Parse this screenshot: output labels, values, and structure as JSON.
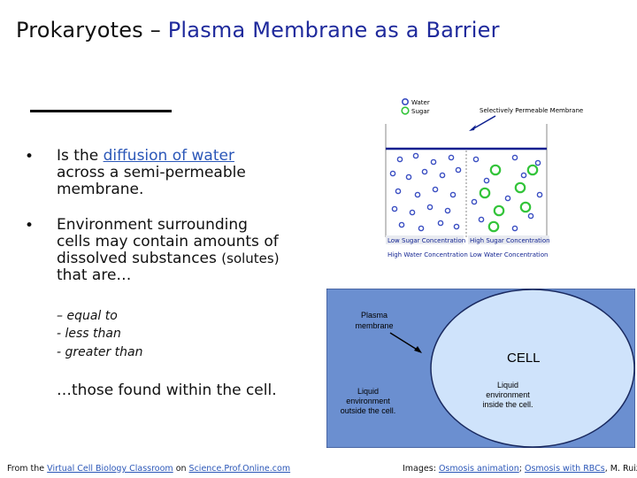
{
  "title": {
    "part1": "Prokaryotes – ",
    "part2": "Plasma Membrane as a Barrier"
  },
  "bullets": {
    "b1": {
      "marker": "•",
      "line1_link": "diffusion of water",
      "line1_pre": "Is the ",
      "line2": "across a semi-permeable",
      "line3": "membrane."
    },
    "b2": {
      "marker": "•",
      "line1": "Environment surrounding",
      "line2": "cells may contain amounts of",
      "line3a": "dissolved substances ",
      "line3b": "(solutes)",
      "line4": "that are…"
    }
  },
  "options": [
    "– equal to",
    "- less than",
    "- greater than"
  ],
  "closing": "…those found within the cell.",
  "figure": {
    "legend_water": "Water",
    "legend_sugar": "Sugar",
    "membrane_label": "Selectively Permeable Membrane",
    "left_line1": "Low Sugar Concentration",
    "left_line2": "High Water Concentration",
    "right_line1": "High Sugar Concentration",
    "right_line2": "Low Water Concentration",
    "colors": {
      "water": "#3a4ec2",
      "sugar": "#33c43a",
      "line": "#0d1f8f"
    }
  },
  "cell_diagram": {
    "plasma_membrane": [
      "Plasma",
      "membrane"
    ],
    "cell": "CELL",
    "outside": [
      "Liquid",
      "environment",
      "outside the cell."
    ],
    "inside": [
      "Liquid",
      "environment",
      "inside the cell."
    ],
    "colors": {
      "background": "#6b8fd0",
      "cell_fill": "#cfe3fb"
    }
  },
  "footer": {
    "left_pre": "From the ",
    "left_link1": "Virtual Cell Biology Classroom",
    "left_mid": " on ",
    "left_link2": "Science.Prof.Online.com",
    "right_pre": "Images: ",
    "right_link1": "Osmosis animation",
    "right_sep": "; ",
    "right_link2": "Osmosis with RBCs",
    "right_post": ", M. Ruiz"
  }
}
